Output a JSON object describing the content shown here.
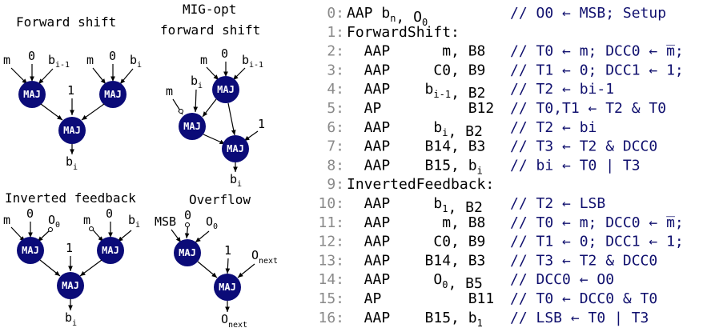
{
  "diagrams": {
    "forward_shift": {
      "title": "Forward shift",
      "inputs_left": [
        "m",
        "0",
        "b",
        "i-1"
      ],
      "inputs_right": [
        "m",
        "0",
        "b",
        "i"
      ],
      "center_const": "1",
      "output": [
        "b",
        "i"
      ],
      "gate_label": "MAJ"
    },
    "mig_opt": {
      "title_line1": "MIG-opt",
      "title_line2": "forward shift",
      "inputs_top": [
        "m",
        "0",
        "b",
        "i-1"
      ],
      "input_bi": [
        "b",
        "i"
      ],
      "input_m": "m",
      "const": "1",
      "output": [
        "b",
        "i"
      ],
      "gate_label": "MAJ"
    },
    "inverted_feedback": {
      "title": "Inverted feedback",
      "inputs_left": [
        "m",
        "0",
        "O",
        "0"
      ],
      "inputs_right": [
        "m",
        "0",
        "b",
        "i"
      ],
      "center_const": "1",
      "output": [
        "b",
        "i"
      ],
      "gate_label": "MAJ"
    },
    "overflow": {
      "title": "Overflow",
      "inputs_top": [
        "MSB",
        "0",
        "O",
        "0"
      ],
      "const": "1",
      "o_next_in": [
        "O",
        "next"
      ],
      "o_next_out": [
        "O",
        "next"
      ],
      "gate_label": "MAJ"
    }
  },
  "code": [
    {
      "no": "0:",
      "parts": [
        [
          "i",
          "AAP b"
        ],
        [
          "s",
          "n"
        ],
        [
          "i",
          ", O"
        ],
        [
          "s",
          "0"
        ]
      ],
      "cmt": "// O0 ← MSB; Setup"
    },
    {
      "no": "1:",
      "parts": [
        [
          "i",
          "ForwardShift:"
        ]
      ],
      "cmt": ""
    },
    {
      "no": "2:",
      "parts": [
        [
          "i",
          "  AAP      m, B8"
        ]
      ],
      "cmt": "// T0 ← m; DCC0 ← m̅;"
    },
    {
      "no": "3:",
      "parts": [
        [
          "i",
          "  AAP     C0, B9"
        ]
      ],
      "cmt": "// T1 ← 0; DCC1 ← 1;"
    },
    {
      "no": "4:",
      "parts": [
        [
          "i",
          "  AAP    b"
        ],
        [
          "s",
          "i-1"
        ],
        [
          "i",
          ", B2"
        ]
      ],
      "cmt": "// T2 ← bi-1"
    },
    {
      "no": "5:",
      "parts": [
        [
          "i",
          "  AP          B12"
        ]
      ],
      "cmt": "// T0,T1 ← T2 & T0"
    },
    {
      "no": "6:",
      "parts": [
        [
          "i",
          "  AAP     b"
        ],
        [
          "s",
          "i"
        ],
        [
          "i",
          ", B2"
        ]
      ],
      "cmt": "// T2 ← bi"
    },
    {
      "no": "7:",
      "parts": [
        [
          "i",
          "  AAP    B14, B3"
        ]
      ],
      "cmt": "// T3 ← T2 & DCC0"
    },
    {
      "no": "8:",
      "parts": [
        [
          "i",
          "  AAP    B15, b"
        ],
        [
          "s",
          "i"
        ]
      ],
      "cmt": "// bi ← T0 | T3"
    },
    {
      "no": "9:",
      "parts": [
        [
          "i",
          "InvertedFeedback:"
        ]
      ],
      "cmt": ""
    },
    {
      "no": "10:",
      "parts": [
        [
          "i",
          "  AAP     b"
        ],
        [
          "s",
          "1"
        ],
        [
          "i",
          ", B2"
        ]
      ],
      "cmt": "// T2 ← LSB"
    },
    {
      "no": "11:",
      "parts": [
        [
          "i",
          "  AAP      m, B8"
        ]
      ],
      "cmt": "// T0 ← m; DCC0 ← m̅;"
    },
    {
      "no": "12:",
      "parts": [
        [
          "i",
          "  AAP     C0, B9"
        ]
      ],
      "cmt": "// T1 ← 0; DCC1 ← 1;"
    },
    {
      "no": "13:",
      "parts": [
        [
          "i",
          "  AAP    B14, B3"
        ]
      ],
      "cmt": "// T3 ← T2 & DCC0"
    },
    {
      "no": "14:",
      "parts": [
        [
          "i",
          "  AAP     O"
        ],
        [
          "s",
          "0"
        ],
        [
          "i",
          ", B5"
        ]
      ],
      "cmt": "// DCC0 ← O0"
    },
    {
      "no": "15:",
      "parts": [
        [
          "i",
          "  AP          B11"
        ]
      ],
      "cmt": "// T0 ← DCC0 & T0"
    },
    {
      "no": "16:",
      "parts": [
        [
          "i",
          "  AAP    B15, b"
        ],
        [
          "s",
          "1"
        ]
      ],
      "cmt": "// LSB ← T0 | T3"
    }
  ],
  "colors": {
    "gate": "#0b0b78",
    "comment": "#10106e",
    "line_no": "#8a8a8a"
  }
}
